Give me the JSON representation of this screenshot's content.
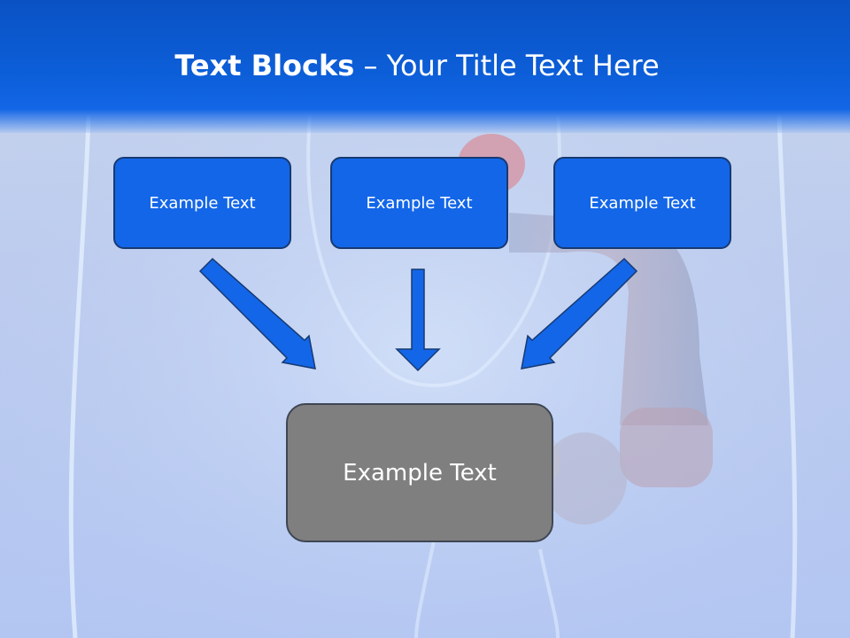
{
  "slide": {
    "title_bold": "Text Blocks",
    "title_rest": " – Your Title Text Here"
  },
  "blocks": {
    "left": "Example Text",
    "center": "Example Text",
    "right": "Example Text",
    "bottom": "Example Text"
  },
  "colors": {
    "header": "#0c5ed8",
    "box_fill": "#1366e8",
    "box_border": "#173a72",
    "arrow_fill": "#1366e8",
    "bottom_box_fill": "#7f7f7f",
    "text": "#ffffff"
  }
}
